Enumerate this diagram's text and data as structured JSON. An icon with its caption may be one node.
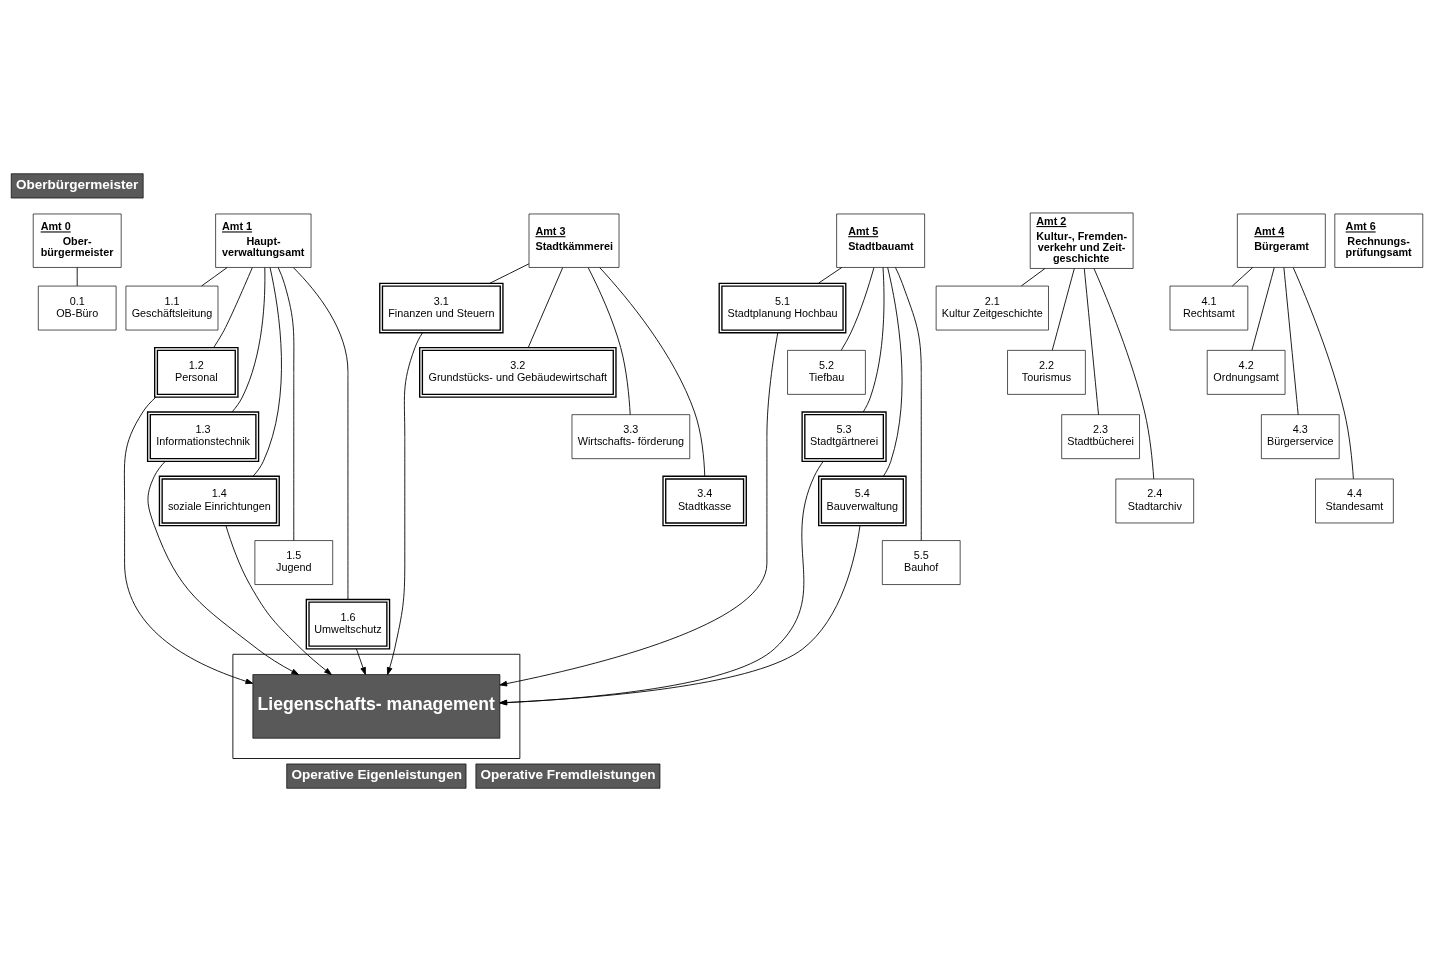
{
  "diagram": {
    "nodes": [
      {
        "text": [
          "Oberbürgermeister"
        ]
      },
      {
        "text": [
          "Amt 0",
          "Ober- bürgermeister"
        ]
      },
      {
        "text": [
          "0.1",
          "OB-Büro"
        ]
      },
      {
        "text": [
          "Amt 1",
          "Haupt- verwaltungsamt"
        ]
      },
      {
        "text": [
          "1.1",
          "Geschäftsleitung"
        ]
      },
      {
        "text": [
          "1.2",
          "Personal"
        ]
      },
      {
        "text": [
          "1.3",
          "Informationstechnik"
        ]
      },
      {
        "text": [
          "1.4",
          "soziale Einrichtungen"
        ]
      },
      {
        "text": [
          "1.5",
          "Jugend"
        ]
      },
      {
        "text": [
          "1.6",
          "Umweltschutz"
        ]
      },
      {
        "text": [
          "Amt 2",
          "Kultur-, Fremden- verkehr und Zeit- geschichte"
        ]
      },
      {
        "text": [
          "2.1",
          "Kultur Zeitgeschichte"
        ]
      },
      {
        "text": [
          "2.2",
          "Tourismus"
        ]
      },
      {
        "text": [
          "2.3",
          "Stadtbücherei"
        ]
      },
      {
        "text": [
          "2.4",
          "Stadtarchiv"
        ]
      },
      {
        "text": [
          "Amt 3",
          "Stadtkämmerei"
        ]
      },
      {
        "text": [
          "3.1",
          "Finanzen und Steuern"
        ]
      },
      {
        "text": [
          "3.2",
          "Grundstücks- und Gebäudewirtschaft"
        ]
      },
      {
        "text": [
          "3.3",
          "Wirtschafts- förderung"
        ]
      },
      {
        "text": [
          "3.4",
          "Stadtkasse"
        ]
      },
      {
        "text": [
          "Amt 4",
          "Bürgeramt"
        ]
      },
      {
        "text": [
          "4.1",
          "Rechtsamt"
        ]
      },
      {
        "text": [
          "4.2",
          "Ordnungsamt"
        ]
      },
      {
        "text": [
          "4.3",
          "Bürgerservice"
        ]
      },
      {
        "text": [
          "4.4",
          "Standesamt"
        ]
      },
      {
        "text": [
          "Amt 5",
          "Stadtbauamt"
        ]
      },
      {
        "text": [
          "5.1",
          "Stadtplanung Hochbau"
        ]
      },
      {
        "text": [
          "5.2",
          "Tiefbau"
        ]
      },
      {
        "text": [
          "5.3",
          "Stadtgärtnerei"
        ]
      },
      {
        "text": [
          "5.4",
          "Bauverwaltung"
        ]
      },
      {
        "text": [
          "5.5",
          "Bauhof"
        ]
      },
      {
        "text": [
          "Amt 6",
          "Rechnungs- prüfungsamt"
        ]
      },
      {
        "text": [],
        "shape": "box"
      },
      {
        "text": [
          "Liegenschafts- management"
        ],
        "in": 32
      },
      {
        "text": [
          "Operative Eigenleistungen"
        ]
      },
      {
        "text": [
          "Operative Fremdleistungen"
        ]
      }
    ],
    "edges": [
      {
        "from": 1,
        "to": 2,
        "arrow": "none"
      },
      {
        "from": 3,
        "to": 4,
        "arrow": "none"
      },
      {
        "from": 3,
        "to": 5,
        "arrow": "none"
      },
      {
        "from": 3,
        "to": 6,
        "arrow": "none"
      },
      {
        "from": 3,
        "to": 7,
        "arrow": "none"
      },
      {
        "from": 3,
        "to": 8,
        "arrow": "none"
      },
      {
        "from": 3,
        "to": 9,
        "arrow": "none"
      },
      {
        "from": 10,
        "to": 11,
        "arrow": "none"
      },
      {
        "from": 10,
        "to": 12,
        "arrow": "none"
      },
      {
        "from": 10,
        "to": 13,
        "arrow": "none"
      },
      {
        "from": 10,
        "to": 14,
        "arrow": "none"
      },
      {
        "from": 15,
        "to": 16,
        "arrow": "none"
      },
      {
        "from": 15,
        "to": 17,
        "arrow": "none"
      },
      {
        "from": 15,
        "to": 18,
        "arrow": "none"
      },
      {
        "from": 15,
        "to": 19,
        "arrow": "none"
      },
      {
        "from": 20,
        "to": 21,
        "arrow": "none"
      },
      {
        "from": 20,
        "to": 22,
        "arrow": "none"
      },
      {
        "from": 20,
        "to": 23,
        "arrow": "none"
      },
      {
        "from": 20,
        "to": 24,
        "arrow": "none"
      },
      {
        "from": 25,
        "to": 26,
        "arrow": "none"
      },
      {
        "from": 25,
        "to": 27,
        "arrow": "none"
      },
      {
        "from": 25,
        "to": 28,
        "arrow": "none"
      },
      {
        "from": 25,
        "to": 29,
        "arrow": "none"
      },
      {
        "from": 25,
        "to": 30,
        "arrow": "none"
      },
      {
        "from": 5,
        "to": 33,
        "arrow": "to"
      },
      {
        "from": 6,
        "to": 33,
        "arrow": "to"
      },
      {
        "from": 7,
        "to": 33,
        "arrow": "to"
      },
      {
        "from": 9,
        "to": 33,
        "arrow": "to"
      },
      {
        "from": 16,
        "to": 33,
        "arrow": "to"
      },
      {
        "from": 26,
        "to": 33,
        "arrow": "to"
      },
      {
        "from": 28,
        "to": 33,
        "arrow": "to"
      },
      {
        "from": 29,
        "to": 33,
        "arrow": "to"
      }
    ]
  }
}
